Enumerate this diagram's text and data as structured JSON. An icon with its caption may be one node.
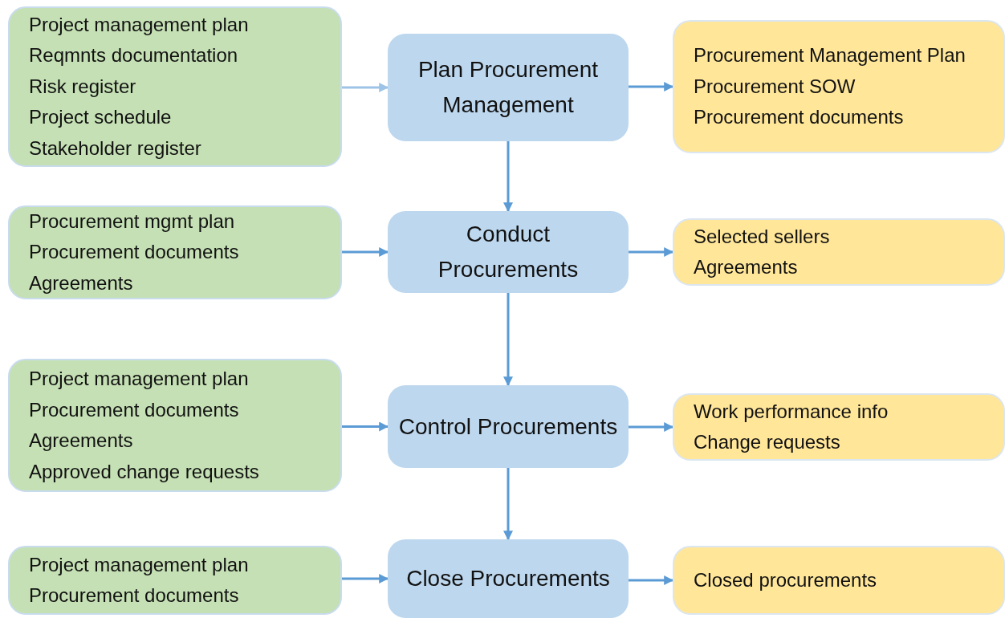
{
  "diagram": {
    "nodes": [
      {
        "text": [
          "Project management plan",
          "Reqmnts documentation",
          "Risk register",
          "Project schedule",
          "Stakeholder register"
        ]
      },
      {
        "text": [
          "Plan Procurement Management"
        ]
      },
      {
        "text": [
          "Procurement Management Plan",
          "Procurement SOW",
          "Procurement documents"
        ]
      },
      {
        "text": [
          "Procurement mgmt plan",
          "Procurement documents",
          "Agreements"
        ]
      },
      {
        "text": [
          "Conduct Procurements"
        ]
      },
      {
        "text": [
          "Selected sellers",
          "Agreements"
        ]
      },
      {
        "text": [
          "Project management plan",
          "Procurement documents",
          "Agreements",
          "Approved change requests"
        ]
      },
      {
        "text": [
          "Control Procurements"
        ]
      },
      {
        "text": [
          "Work performance info",
          "Change requests"
        ]
      },
      {
        "text": [
          "Project management plan",
          "Procurement documents"
        ]
      },
      {
        "text": [
          "Close Procurements"
        ]
      },
      {
        "text": [
          "Closed procurements"
        ]
      }
    ],
    "edges": [
      {
        "from": 0,
        "to": 1,
        "arrow": "to",
        "color": "#9dc3e6"
      },
      {
        "from": 1,
        "to": 2,
        "arrow": "to"
      },
      {
        "from": 1,
        "to": 4,
        "arrow": "to"
      },
      {
        "from": 3,
        "to": 4,
        "arrow": "to"
      },
      {
        "from": 4,
        "to": 5,
        "arrow": "to"
      },
      {
        "from": 4,
        "to": 7,
        "arrow": "to"
      },
      {
        "from": 6,
        "to": 7,
        "arrow": "to"
      },
      {
        "from": 7,
        "to": 8,
        "arrow": "to"
      },
      {
        "from": 7,
        "to": 10,
        "arrow": "to"
      },
      {
        "from": 9,
        "to": 10,
        "arrow": "to"
      },
      {
        "from": 10,
        "to": 11,
        "arrow": "to"
      }
    ]
  }
}
